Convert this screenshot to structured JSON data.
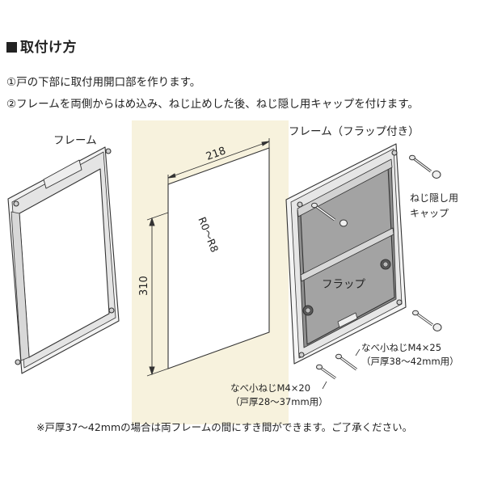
{
  "heading": "取付け方",
  "steps": [
    "①戸の下部に取付用開口部を作ります。",
    "②フレームを両側からはめ込み、ねじ止めした後、ねじ隠し用キャップを付けます。"
  ],
  "labels": {
    "frame": "フレーム",
    "frame_with_flap": "フレーム（フラップ付き）",
    "flap": "フラップ",
    "cap_line1": "ねじ隠し用",
    "cap_line2": "キャップ",
    "screw_m4x25": "なべ小ねじM4×25",
    "screw_m4x25_note": "（戸厚38〜42mm用）",
    "screw_m4x20": "なべ小ねじM4×20",
    "screw_m4x20_note": "（戸厚28〜37mm用）"
  },
  "dimensions": {
    "width": "218",
    "height": "310",
    "radius": "R0〜R8"
  },
  "footnote": "※戸厚37〜42mmの場合は両フレームの間にすき間ができます。ご了承ください。",
  "colors": {
    "door": "#f7f2dd",
    "opening": "#ffffff",
    "flap": "#9c9c9c",
    "frame": "#f4f4f4",
    "line": "#333333"
  }
}
